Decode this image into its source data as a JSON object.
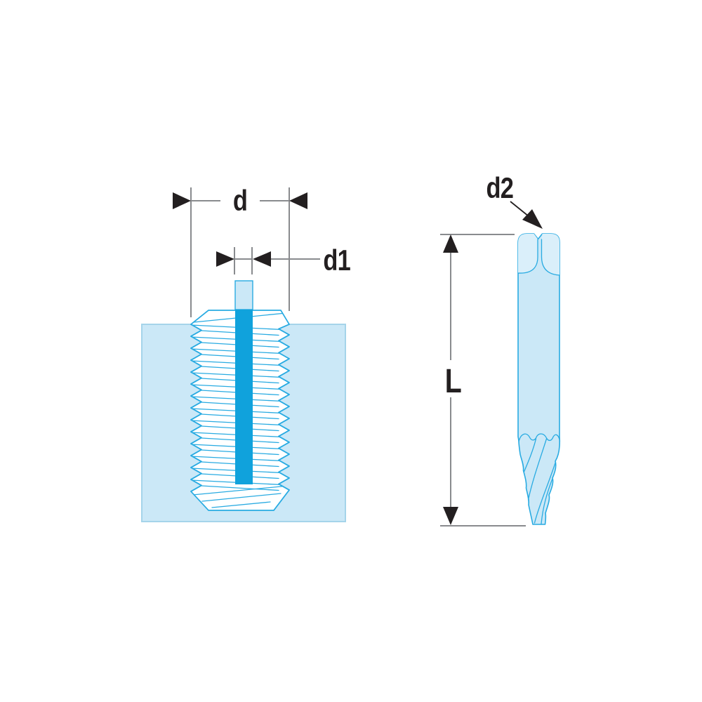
{
  "figure": {
    "labels": {
      "d": "d",
      "d1": "d1",
      "d2": "d2",
      "L": "L"
    },
    "colors": {
      "background": "#ffffff",
      "outline_blue": "#29abe2",
      "fill_light": "#cbe8f7",
      "fill_lighter": "#daeffa",
      "rod_blue": "#10a2dc",
      "dimension_black": "#231f20",
      "extension_gray": "#898b8e",
      "block_stroke": "#a5d4ea"
    }
  }
}
